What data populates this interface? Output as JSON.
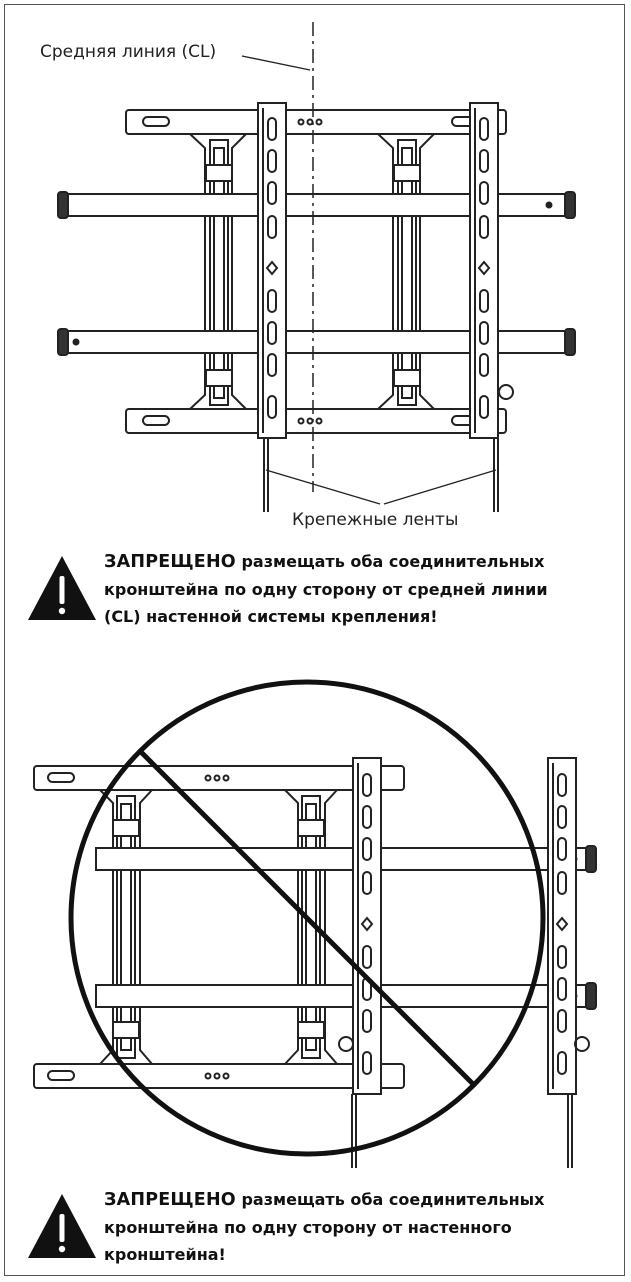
{
  "diagram1": {
    "centerline_label": "Средняя линия (CL)",
    "straps_label": "Крепежные ленты"
  },
  "warning1": {
    "keyword": "ЗАПРЕЩЕНО",
    "line1_rest": " размещать оба соединительных",
    "line2": "кронштейна по одну сторону от средней линии",
    "line3": "(CL) настенной системы крепления!"
  },
  "warning2": {
    "keyword": "ЗАПРЕЩЕНО",
    "line1_rest": " размещать оба соединительных",
    "line2": "кронштейна  по одну сторону от настенного",
    "line3": "кронштейна!"
  },
  "colors": {
    "line": "#222222",
    "frame": "#555555",
    "text": "#111111"
  },
  "icons": [
    "warning-triangle-icon",
    "prohibition-icon"
  ]
}
